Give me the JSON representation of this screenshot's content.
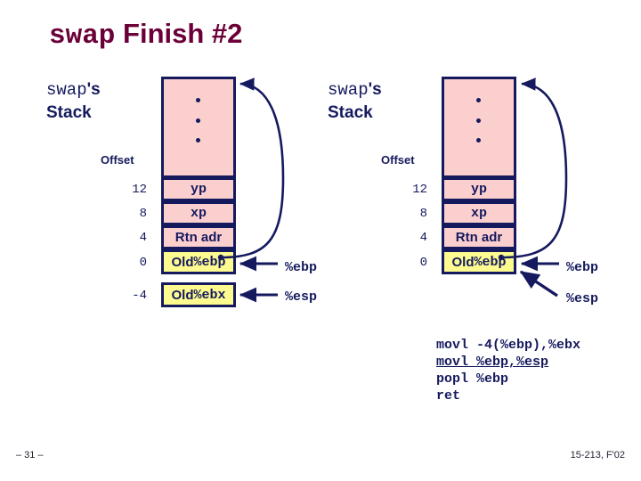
{
  "slide": {
    "title_mono": "swap",
    "title_sans": " Finish #2",
    "accent_title_color": "#6b0039",
    "ink_color": "#151a5e",
    "pink_color": "#fccfcf",
    "yellow_color": "#fdfb8f"
  },
  "left_stack": {
    "label_mono": "swap",
    "label_sans": "'s",
    "label_line2": "Stack",
    "offset_heading": "Offset",
    "offsets": [
      "12",
      "8",
      "4",
      "0",
      "-4"
    ],
    "rows": [
      {
        "text_bold": "yp",
        "text_mono": true,
        "fill": "pink"
      },
      {
        "text_bold": "xp",
        "text_mono": true,
        "fill": "pink"
      },
      {
        "text_bold": "Rtn adr",
        "text_mono": false,
        "fill": "pink"
      },
      {
        "text_bold": "Old ",
        "text_mono2": "%ebp",
        "fill": "yellow"
      },
      {
        "text_bold": "Old ",
        "text_mono2": "%ebx",
        "fill": "yellow"
      }
    ],
    "registers": [
      {
        "name": "%ebp"
      },
      {
        "name": "%esp"
      }
    ]
  },
  "right_stack": {
    "label_mono": "swap",
    "label_sans": "'s",
    "label_line2": "Stack",
    "offset_heading": "Offset",
    "offsets": [
      "12",
      "8",
      "4",
      "0"
    ],
    "rows": [
      {
        "text_bold": "yp",
        "text_mono": true,
        "fill": "pink"
      },
      {
        "text_bold": "xp",
        "text_mono": true,
        "fill": "pink"
      },
      {
        "text_bold": "Rtn adr",
        "text_mono": false,
        "fill": "pink"
      },
      {
        "text_bold": "Old ",
        "text_mono2": "%ebp",
        "fill": "yellow"
      }
    ],
    "registers": [
      {
        "name": "%ebp"
      },
      {
        "name": "%esp"
      }
    ]
  },
  "code": {
    "line1": "movl -4(%ebp),%ebx",
    "line2": "movl %ebp,%esp",
    "line3": "popl %ebp",
    "line4": "ret"
  },
  "footer": {
    "left": "– 31 –",
    "right": "15-213, F'02"
  }
}
